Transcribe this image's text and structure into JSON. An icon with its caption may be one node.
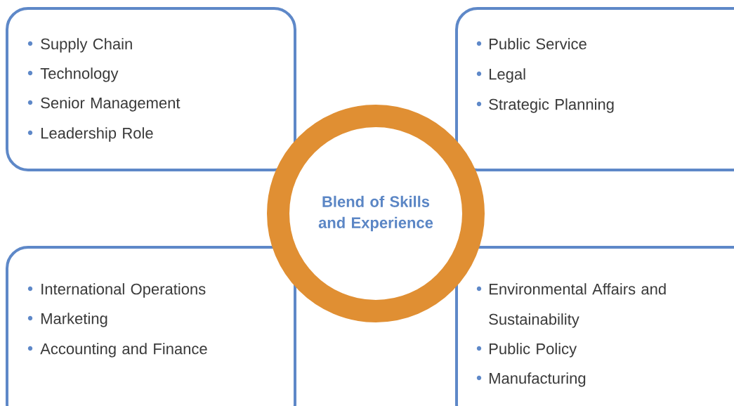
{
  "diagram": {
    "nodes": [
      {
        "text": [
          "Supply Chain",
          "Technology",
          "Senior Management",
          "Leadership Role"
        ]
      },
      {
        "text": [
          "Public Service",
          "Legal",
          "Strategic Planning"
        ]
      },
      {
        "text": [
          "Blend of Skills and Experience"
        ]
      },
      {
        "text": [
          "International Operations",
          "Marketing",
          "Accounting and Finance"
        ]
      },
      {
        "text": [
          "Environmental Affairs and Sustainability",
          "Public Policy",
          "Manufacturing"
        ]
      }
    ]
  }
}
